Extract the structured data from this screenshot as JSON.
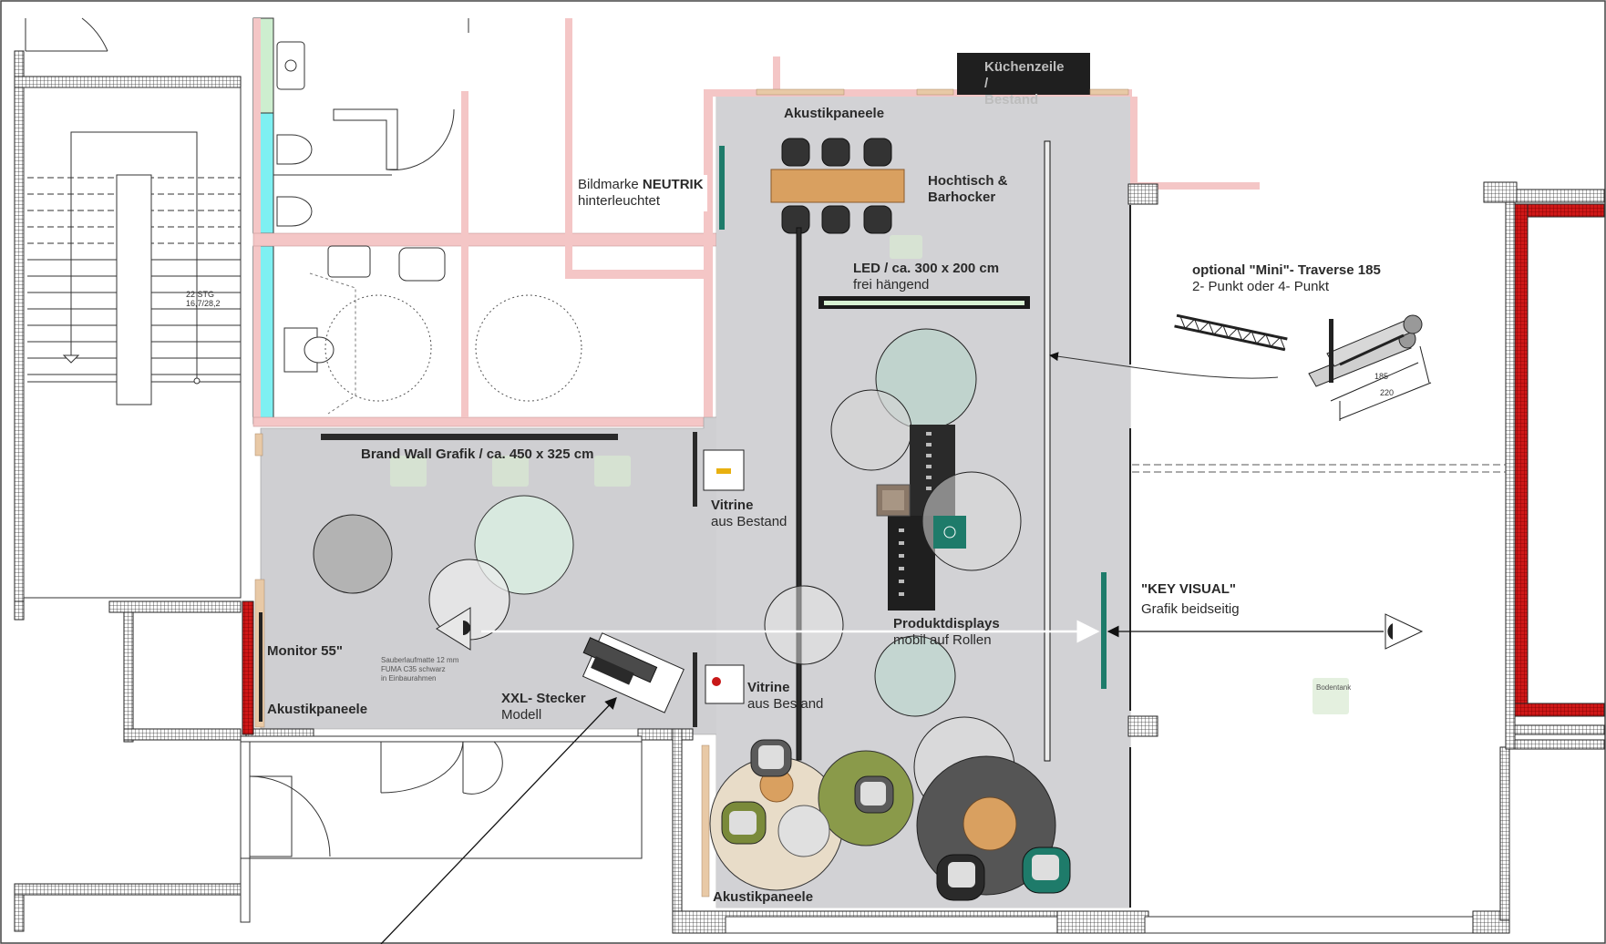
{
  "labels": {
    "kitchen": "Küchenzeile / Bestand",
    "acoustic_top": "Akustikpaneele",
    "high_table": "Hochtisch & Barhocker",
    "logo_prefix": "Bildmarke ",
    "logo_brand": "NEUTRIK",
    "logo_suffix": "hinterleuchtet",
    "led": "LED / ca. 300 x 200 cm",
    "led_sub": "frei hängend",
    "truss_title": "optional \"Mini\"- Traverse  185",
    "truss_sub": "2- Punkt oder 4- Punkt",
    "brand_wall": "Brand Wall Grafik / ca. 450 x 325 cm",
    "vitrine_1": "Vitrine",
    "vitrine_1_sub": "aus Bestand",
    "vitrine_2": "Vitrine",
    "vitrine_2_sub": "aus Bestand",
    "key_visual": "\"KEY VISUAL\"",
    "key_visual_sub": "Grafik beidseitig",
    "product_displays": "Produktdisplays",
    "product_displays_sub": "mobil auf Rollen",
    "monitor": "Monitor 55\"",
    "acoustic_left": "Akustikpaneele",
    "xxl_plug": "XXL- Stecker",
    "xxl_plug_sub": "Modell",
    "acoustic_bottom": "Akustikpaneele",
    "mat_note_1": "Sauberlaufmatte 12 mm",
    "mat_note_2": "FUMA C35 schwarz",
    "mat_note_3": "in Einbaurahmen",
    "stairs_1": "22 STG",
    "stairs_2": "16,7/28,2",
    "dim_185": "185",
    "dim_220": "220",
    "floor_tank": "Bodentank"
  },
  "colors": {
    "floor": "#cfcfd2",
    "wall_pink": "#f4c6c6",
    "cyan": "#7ef0f2",
    "mint": "#cdeecf",
    "red": "#d01818",
    "teal": "#1e7b6a",
    "table_wood": "#d9a060",
    "kitchen_bg": "#1f1f1f"
  }
}
